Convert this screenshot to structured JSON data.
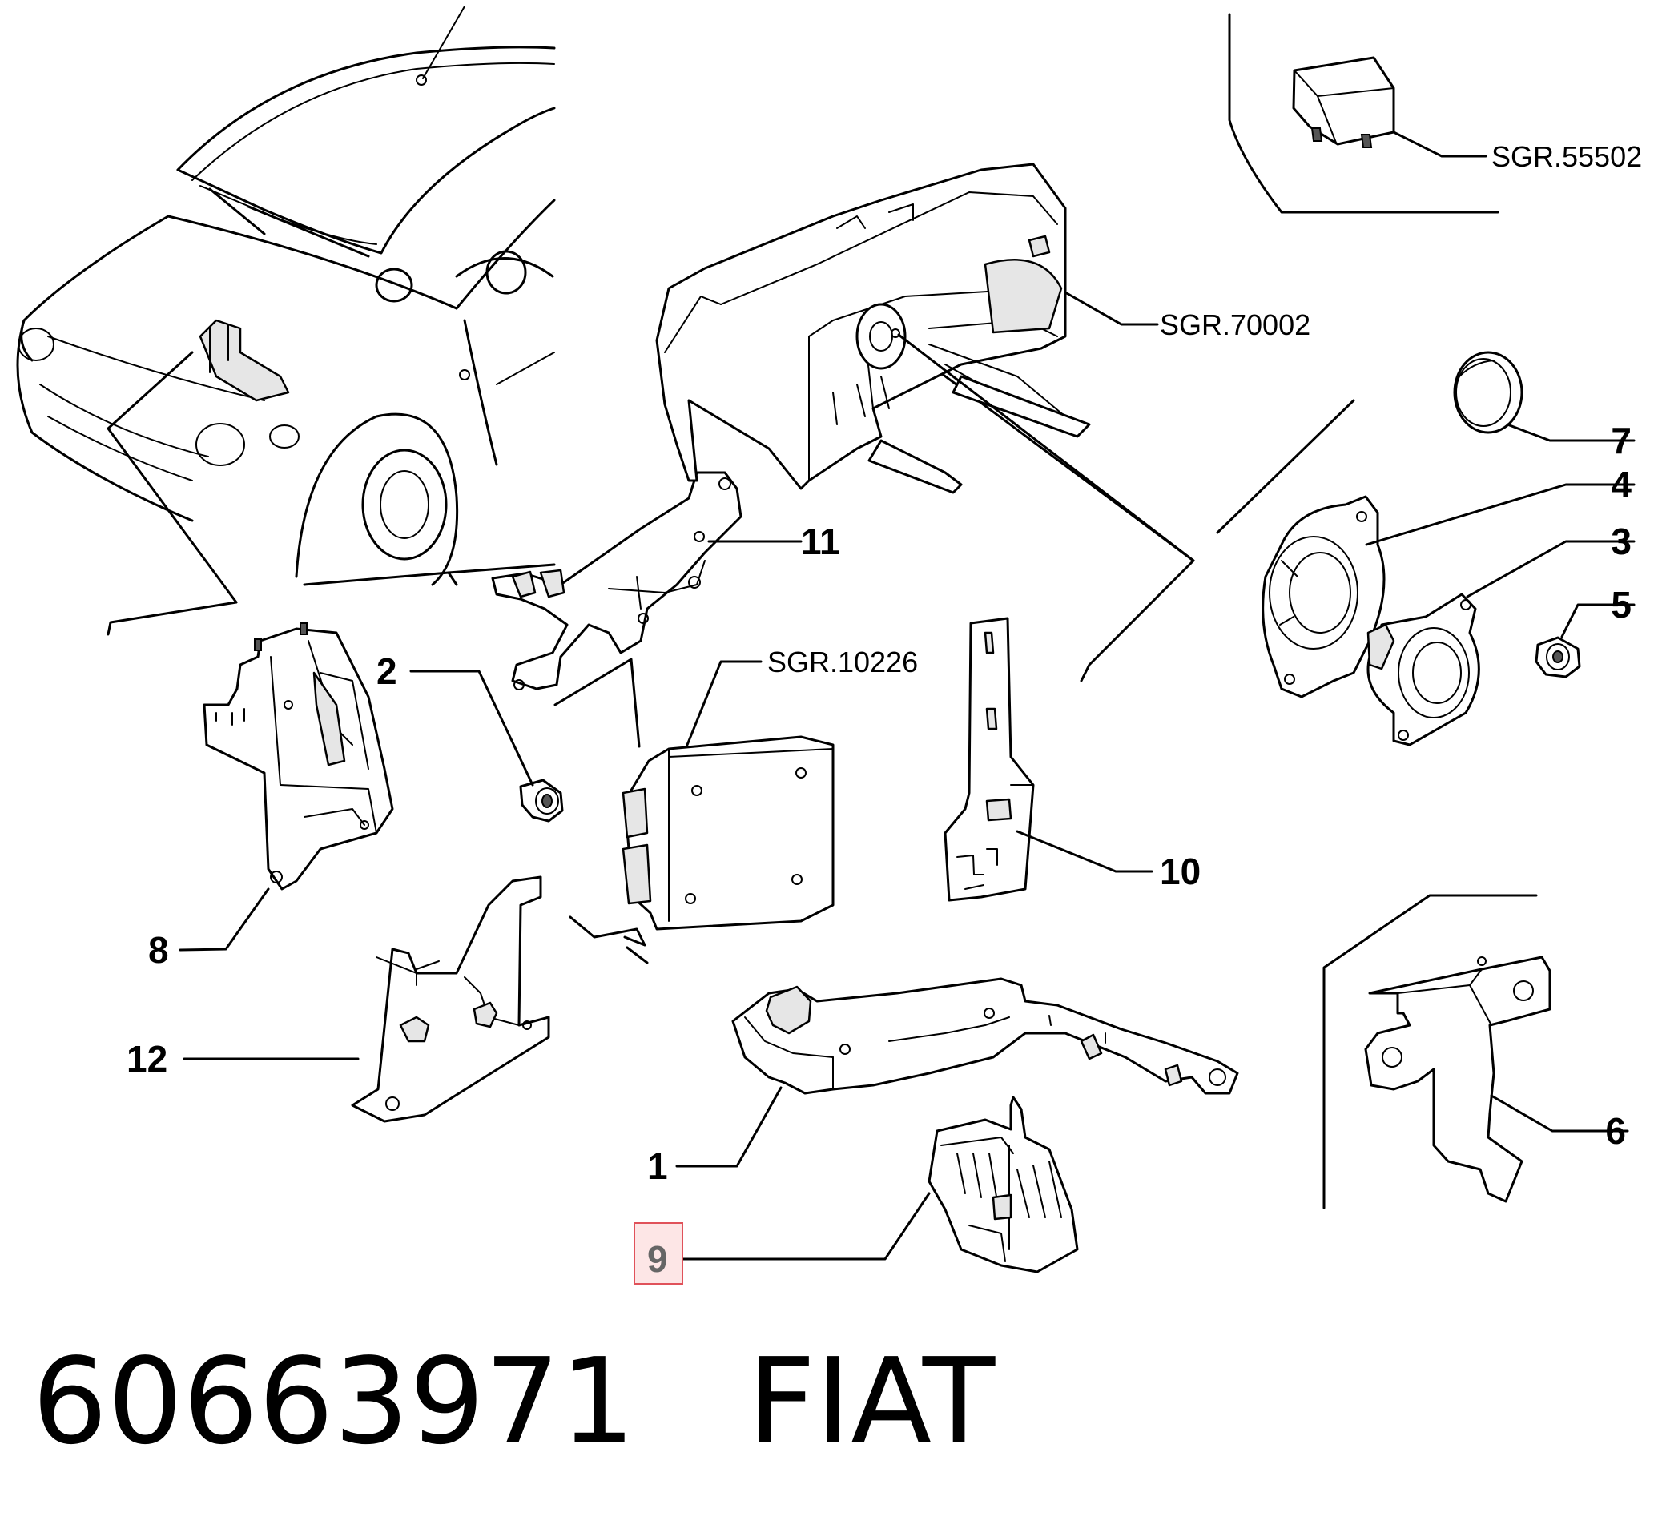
{
  "diagram": {
    "callouts": [
      {
        "id": "1",
        "label": "1"
      },
      {
        "id": "2",
        "label": "2"
      },
      {
        "id": "3",
        "label": "3"
      },
      {
        "id": "4",
        "label": "4"
      },
      {
        "id": "5",
        "label": "5"
      },
      {
        "id": "6",
        "label": "6"
      },
      {
        "id": "7",
        "label": "7"
      },
      {
        "id": "8",
        "label": "8"
      },
      {
        "id": "9",
        "label": "9",
        "highlighted": true
      },
      {
        "id": "10",
        "label": "10"
      },
      {
        "id": "11",
        "label": "11"
      },
      {
        "id": "12",
        "label": "12"
      }
    ],
    "references": {
      "relay": "SGR.55502",
      "dashboard": "SGR.70002",
      "control_unit": "SGR.10226"
    },
    "highlight_color": "#e0525a"
  },
  "footer": {
    "part_number": "60663971",
    "brand": "FIAT"
  }
}
